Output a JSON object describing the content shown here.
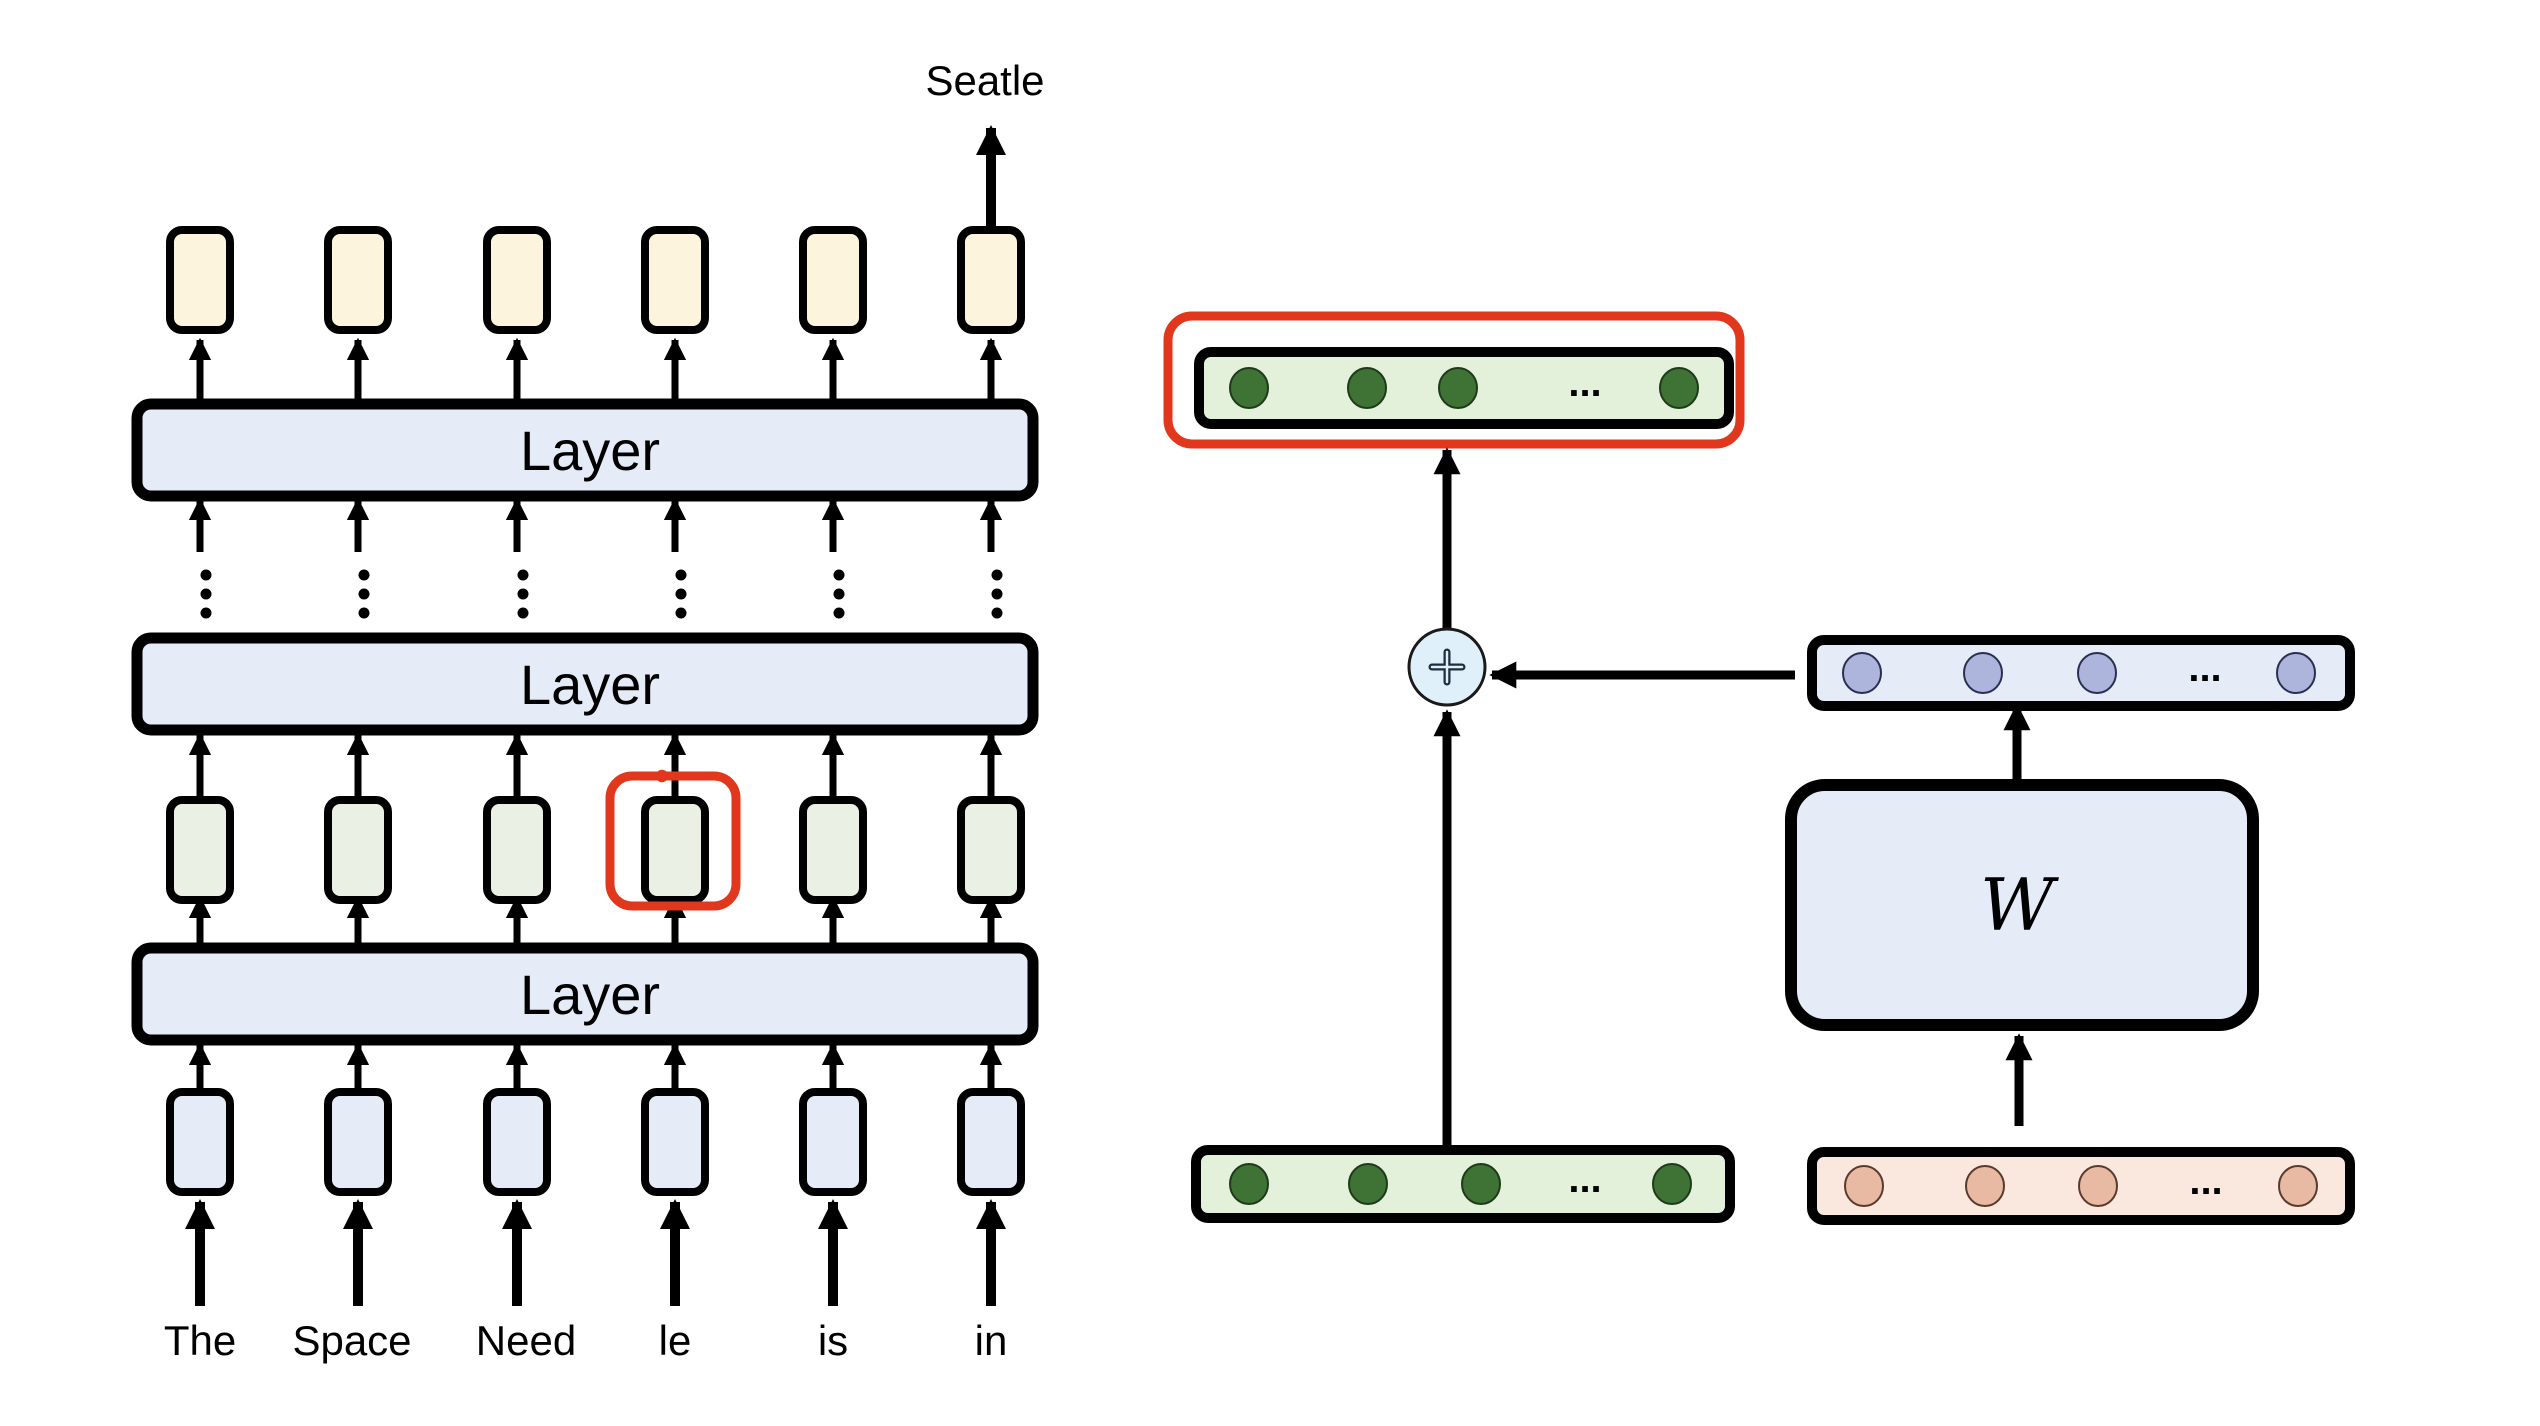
{
  "left_panel": {
    "output_token": "Seatle",
    "input_tokens": [
      "The",
      "Space",
      "Need",
      "le",
      "is",
      "in"
    ],
    "layers": [
      {
        "label": "Layer"
      },
      {
        "label": "Layer"
      },
      {
        "label": "Layer"
      }
    ],
    "highlighted_hidden_index": 3,
    "colors": {
      "output_box_fill": "#fcf4dc",
      "hidden_box_fill": "#eaf0e4",
      "input_box_fill": "#e6ebf8",
      "layer_fill": "#e6ebf8",
      "highlight": "#e0371d",
      "stroke": "#000000"
    }
  },
  "right_panel": {
    "top_vector": {
      "ellipsis": "...",
      "node_count_visible": 4,
      "highlighted": true
    },
    "plus_symbol": "+",
    "projected_vector": {
      "ellipsis": "...",
      "node_count_visible": 4
    },
    "weight_box": {
      "label": "W"
    },
    "steering_input_vector": {
      "ellipsis": "...",
      "node_count_visible": 4
    },
    "residual_vector": {
      "ellipsis": "...",
      "node_count_visible": 4
    },
    "colors": {
      "green_bar_fill": "#e3f0da",
      "green_node": "#3e7335",
      "purple_bar_fill": "#e6ebf8",
      "purple_node": "#aeb5dc",
      "peach_bar_fill": "#fae8de",
      "peach_node": "#e8b9a3",
      "plus_fill": "#dff0fb",
      "weight_fill": "#e6ebf8",
      "highlight": "#e0371d"
    }
  }
}
